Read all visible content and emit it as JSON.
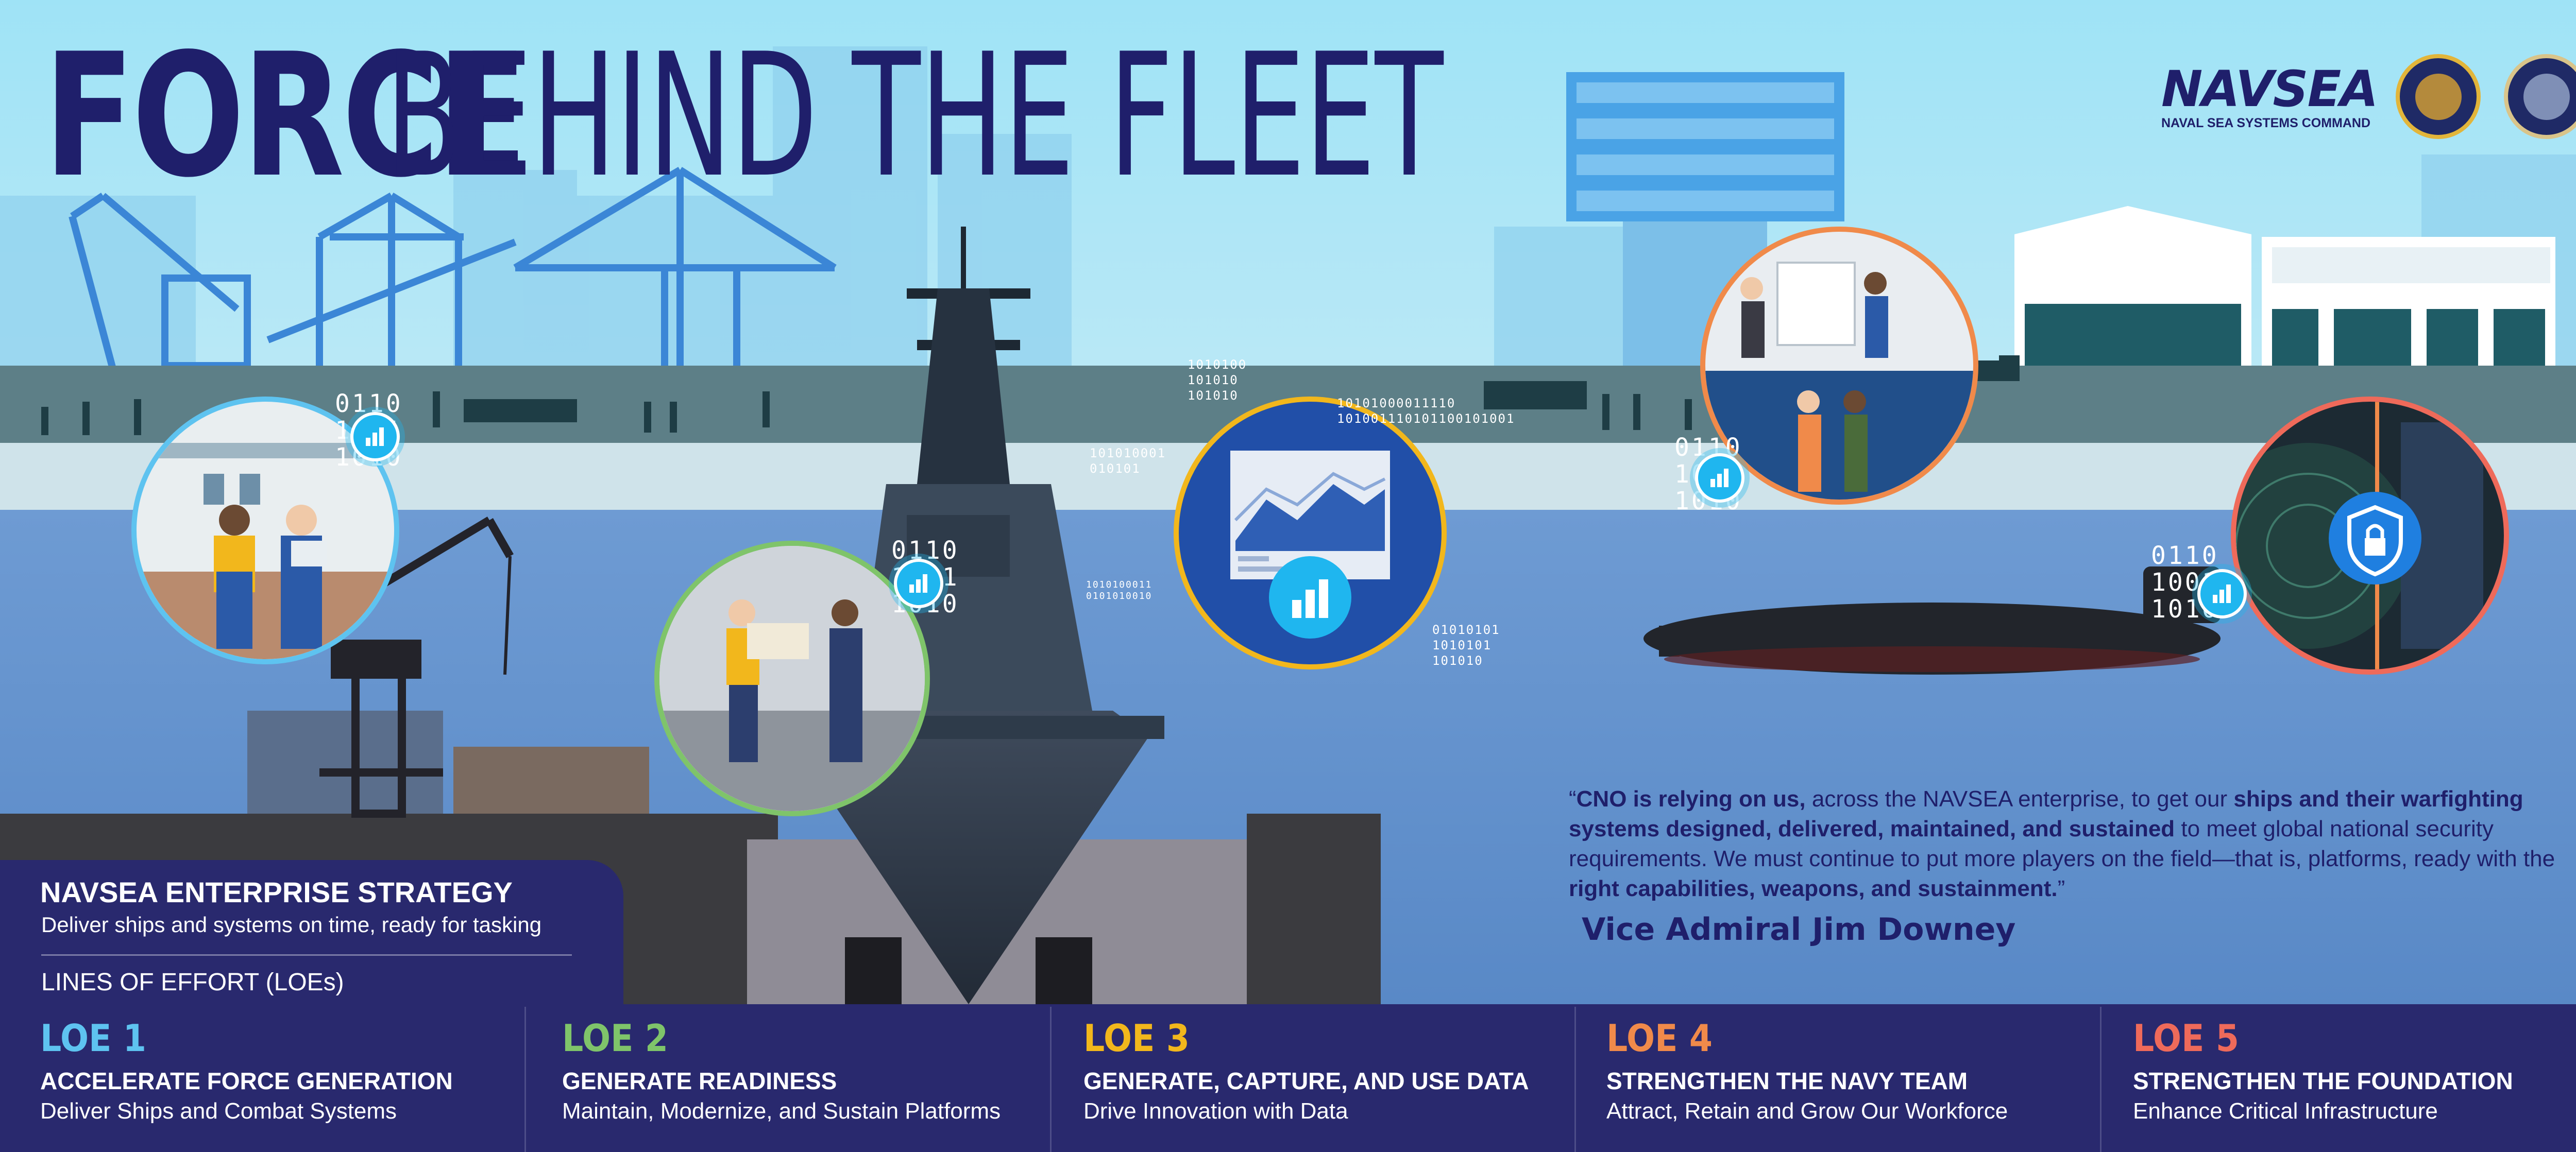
{
  "header": {
    "title_bold": "FORCE",
    "title_rest": "BEHIND THE FLEET"
  },
  "logos": {
    "navsea_word": "NAVSEA",
    "navsea_sub": "NAVAL SEA SYSTEMS COMMAND"
  },
  "binary": {
    "node1": [
      "0110",
      "1001",
      "1010"
    ],
    "node2": [
      "0110",
      "1001",
      "1010"
    ],
    "node3": [
      "0110",
      "1001",
      "1010"
    ],
    "node4": [
      "0110",
      "1001",
      "1010"
    ],
    "stream_a": [
      "1010100",
      "101010",
      "101010"
    ],
    "stream_b": [
      "10101000011110",
      "101001110101100101001"
    ],
    "stream_c": [
      "101010001",
      "010101"
    ],
    "stream_d": [
      "1010100011",
      "0101010010"
    ],
    "stream_e": [
      "01010101",
      "1010101",
      "101010"
    ]
  },
  "strategy": {
    "title": "NAVSEA ENTERPRISE STRATEGY",
    "subtitle": "Deliver ships and systems on time, ready for tasking",
    "loe_heading": "LINES OF EFFORT (LOEs)"
  },
  "loes": [
    {
      "num": "LOE 1",
      "head": "ACCELERATE FORCE GENERATION",
      "desc": "Deliver Ships and Combat Systems",
      "color": "#5ec3f0"
    },
    {
      "num": "LOE 2",
      "head": "GENERATE READINESS",
      "desc": "Maintain, Modernize, and Sustain Platforms",
      "color": "#7fc46a"
    },
    {
      "num": "LOE 3",
      "head": "GENERATE, CAPTURE, AND USE DATA",
      "desc": "Drive Innovation with Data",
      "color": "#f2b71c"
    },
    {
      "num": "LOE 4",
      "head": "STRENGTHEN THE NAVY TEAM",
      "desc": "Attract, Retain and Grow Our Workforce",
      "color": "#f08a4a"
    },
    {
      "num": "LOE 5",
      "head": "STRENGTHEN THE FOUNDATION",
      "desc": "Enhance Critical Infrastructure",
      "color": "#ef6a5a"
    }
  ],
  "quote": {
    "open": "“",
    "b1": "CNO is relying on us,",
    "t1": " across the NAVSEA enterprise, to get our ",
    "b2": "ships and their warfighting systems designed, delivered, maintained, and sustained",
    "t2": " to meet global national security requirements. We must continue to put more players on the field—that is, platforms, ready with the ",
    "b3": "right capabilities, weapons, and sustainment.",
    "close": "”",
    "author": "Vice Admiral Jim Downey"
  },
  "colors": {
    "navy": "#1f1f6b",
    "sky": "#a9e3f5",
    "water": "#5d8fcb",
    "node": "#1fb6ef"
  },
  "icons": [
    "crane-icon",
    "destroyer-ship-icon",
    "submarine-icon",
    "chart-icon",
    "shield-lock-icon",
    "radar-icon"
  ]
}
